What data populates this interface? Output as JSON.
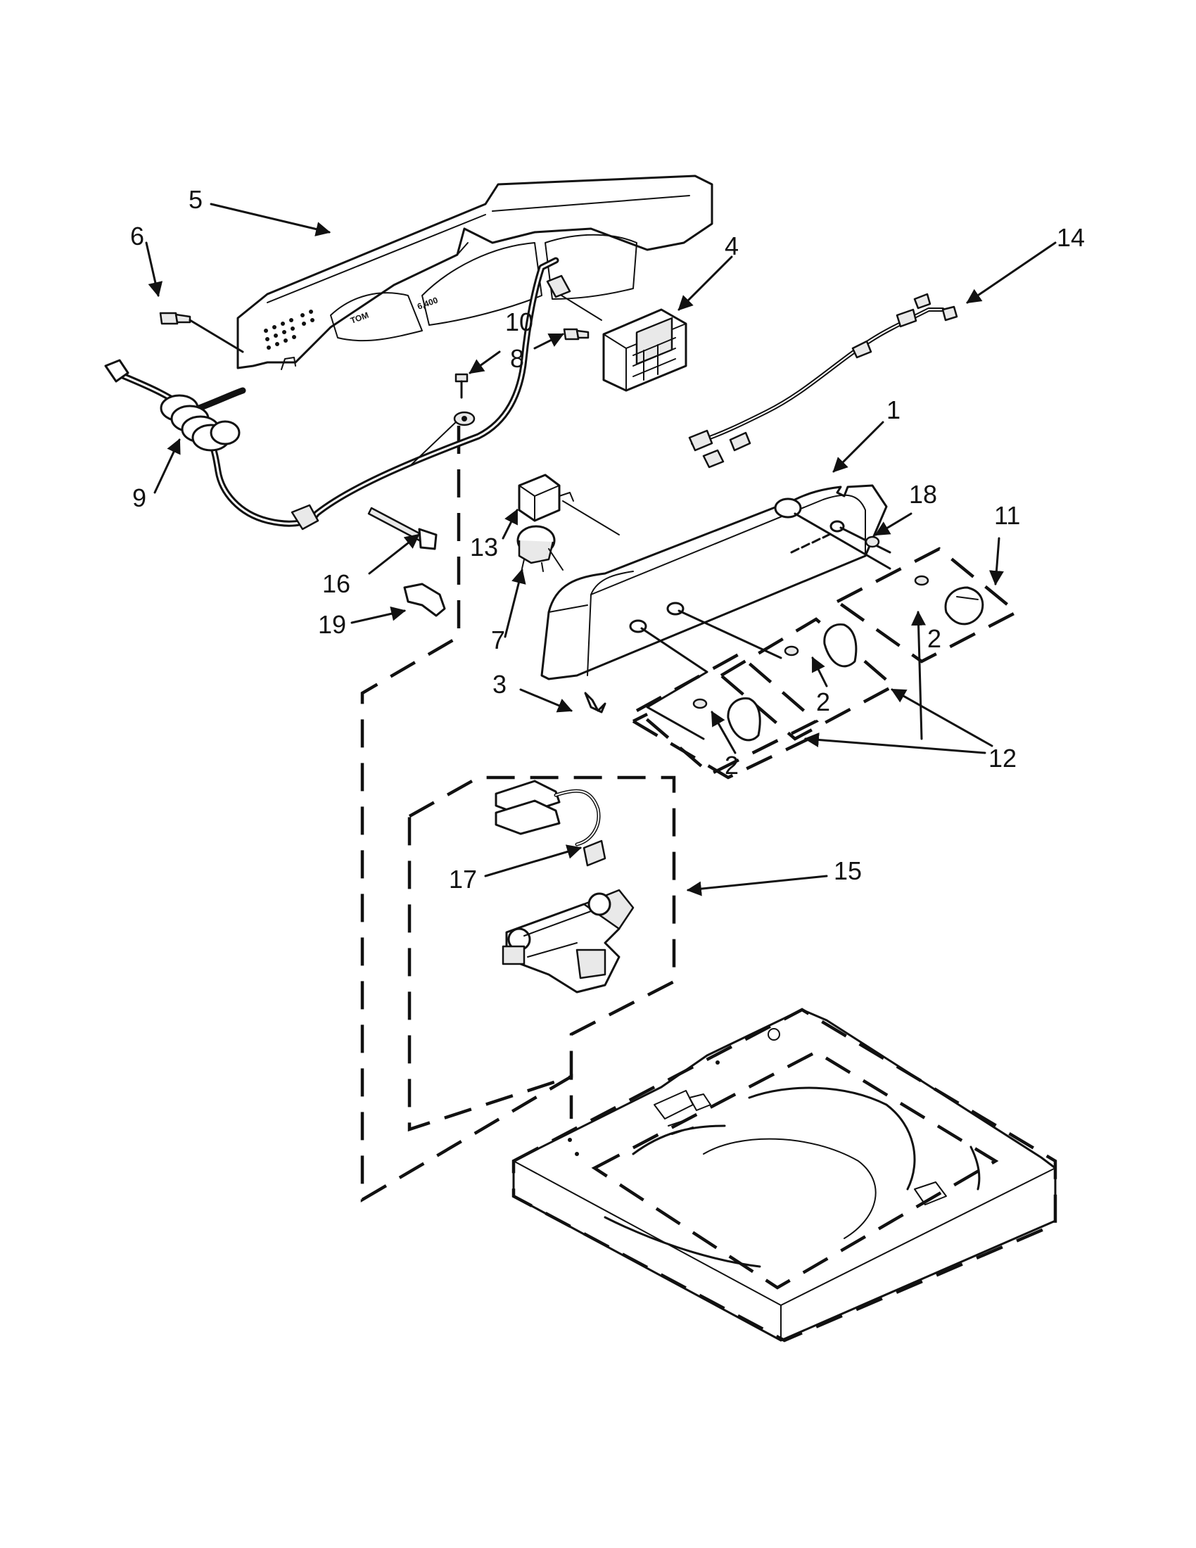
{
  "callouts": [
    {
      "id": "label-1",
      "text": "1"
    },
    {
      "id": "label-2a",
      "text": "2"
    },
    {
      "id": "label-2b",
      "text": "2"
    },
    {
      "id": "label-2c",
      "text": "2"
    },
    {
      "id": "label-3",
      "text": "3"
    },
    {
      "id": "label-4",
      "text": "4"
    },
    {
      "id": "label-5",
      "text": "5"
    },
    {
      "id": "label-6",
      "text": "6"
    },
    {
      "id": "label-7",
      "text": "7"
    },
    {
      "id": "label-8",
      "text": "8"
    },
    {
      "id": "label-9",
      "text": "9"
    },
    {
      "id": "label-10",
      "text": "10"
    },
    {
      "id": "label-11",
      "text": "11"
    },
    {
      "id": "label-12",
      "text": "12"
    },
    {
      "id": "label-13",
      "text": "13"
    },
    {
      "id": "label-14",
      "text": "14"
    },
    {
      "id": "label-15",
      "text": "15"
    },
    {
      "id": "label-16",
      "text": "16"
    },
    {
      "id": "label-17",
      "text": "17"
    },
    {
      "id": "label-18",
      "text": "18"
    },
    {
      "id": "label-19",
      "text": "19"
    }
  ],
  "panel_text": {
    "left": "TOM",
    "right": "6,400"
  }
}
